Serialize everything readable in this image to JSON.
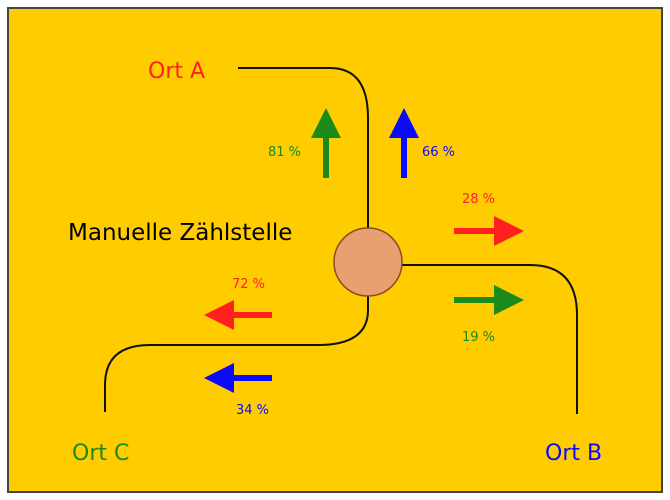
{
  "colors": {
    "background": "#ffcc00",
    "border": "#444444",
    "road": "#111111",
    "station_fill": "#e8a070",
    "station_stroke": "#8a4a20",
    "red": "#ff2020",
    "green": "#1a8a1a",
    "blue": "#0a0aff"
  },
  "title": "Manuelle Zählstelle",
  "places": {
    "a": "Ort A",
    "b": "Ort B",
    "c": "Ort C"
  },
  "flows": {
    "green_up": "81 %",
    "blue_up": "66 %",
    "red_right": "28 %",
    "green_right": "19 %",
    "red_left": "72 %",
    "blue_left": "34 %"
  }
}
